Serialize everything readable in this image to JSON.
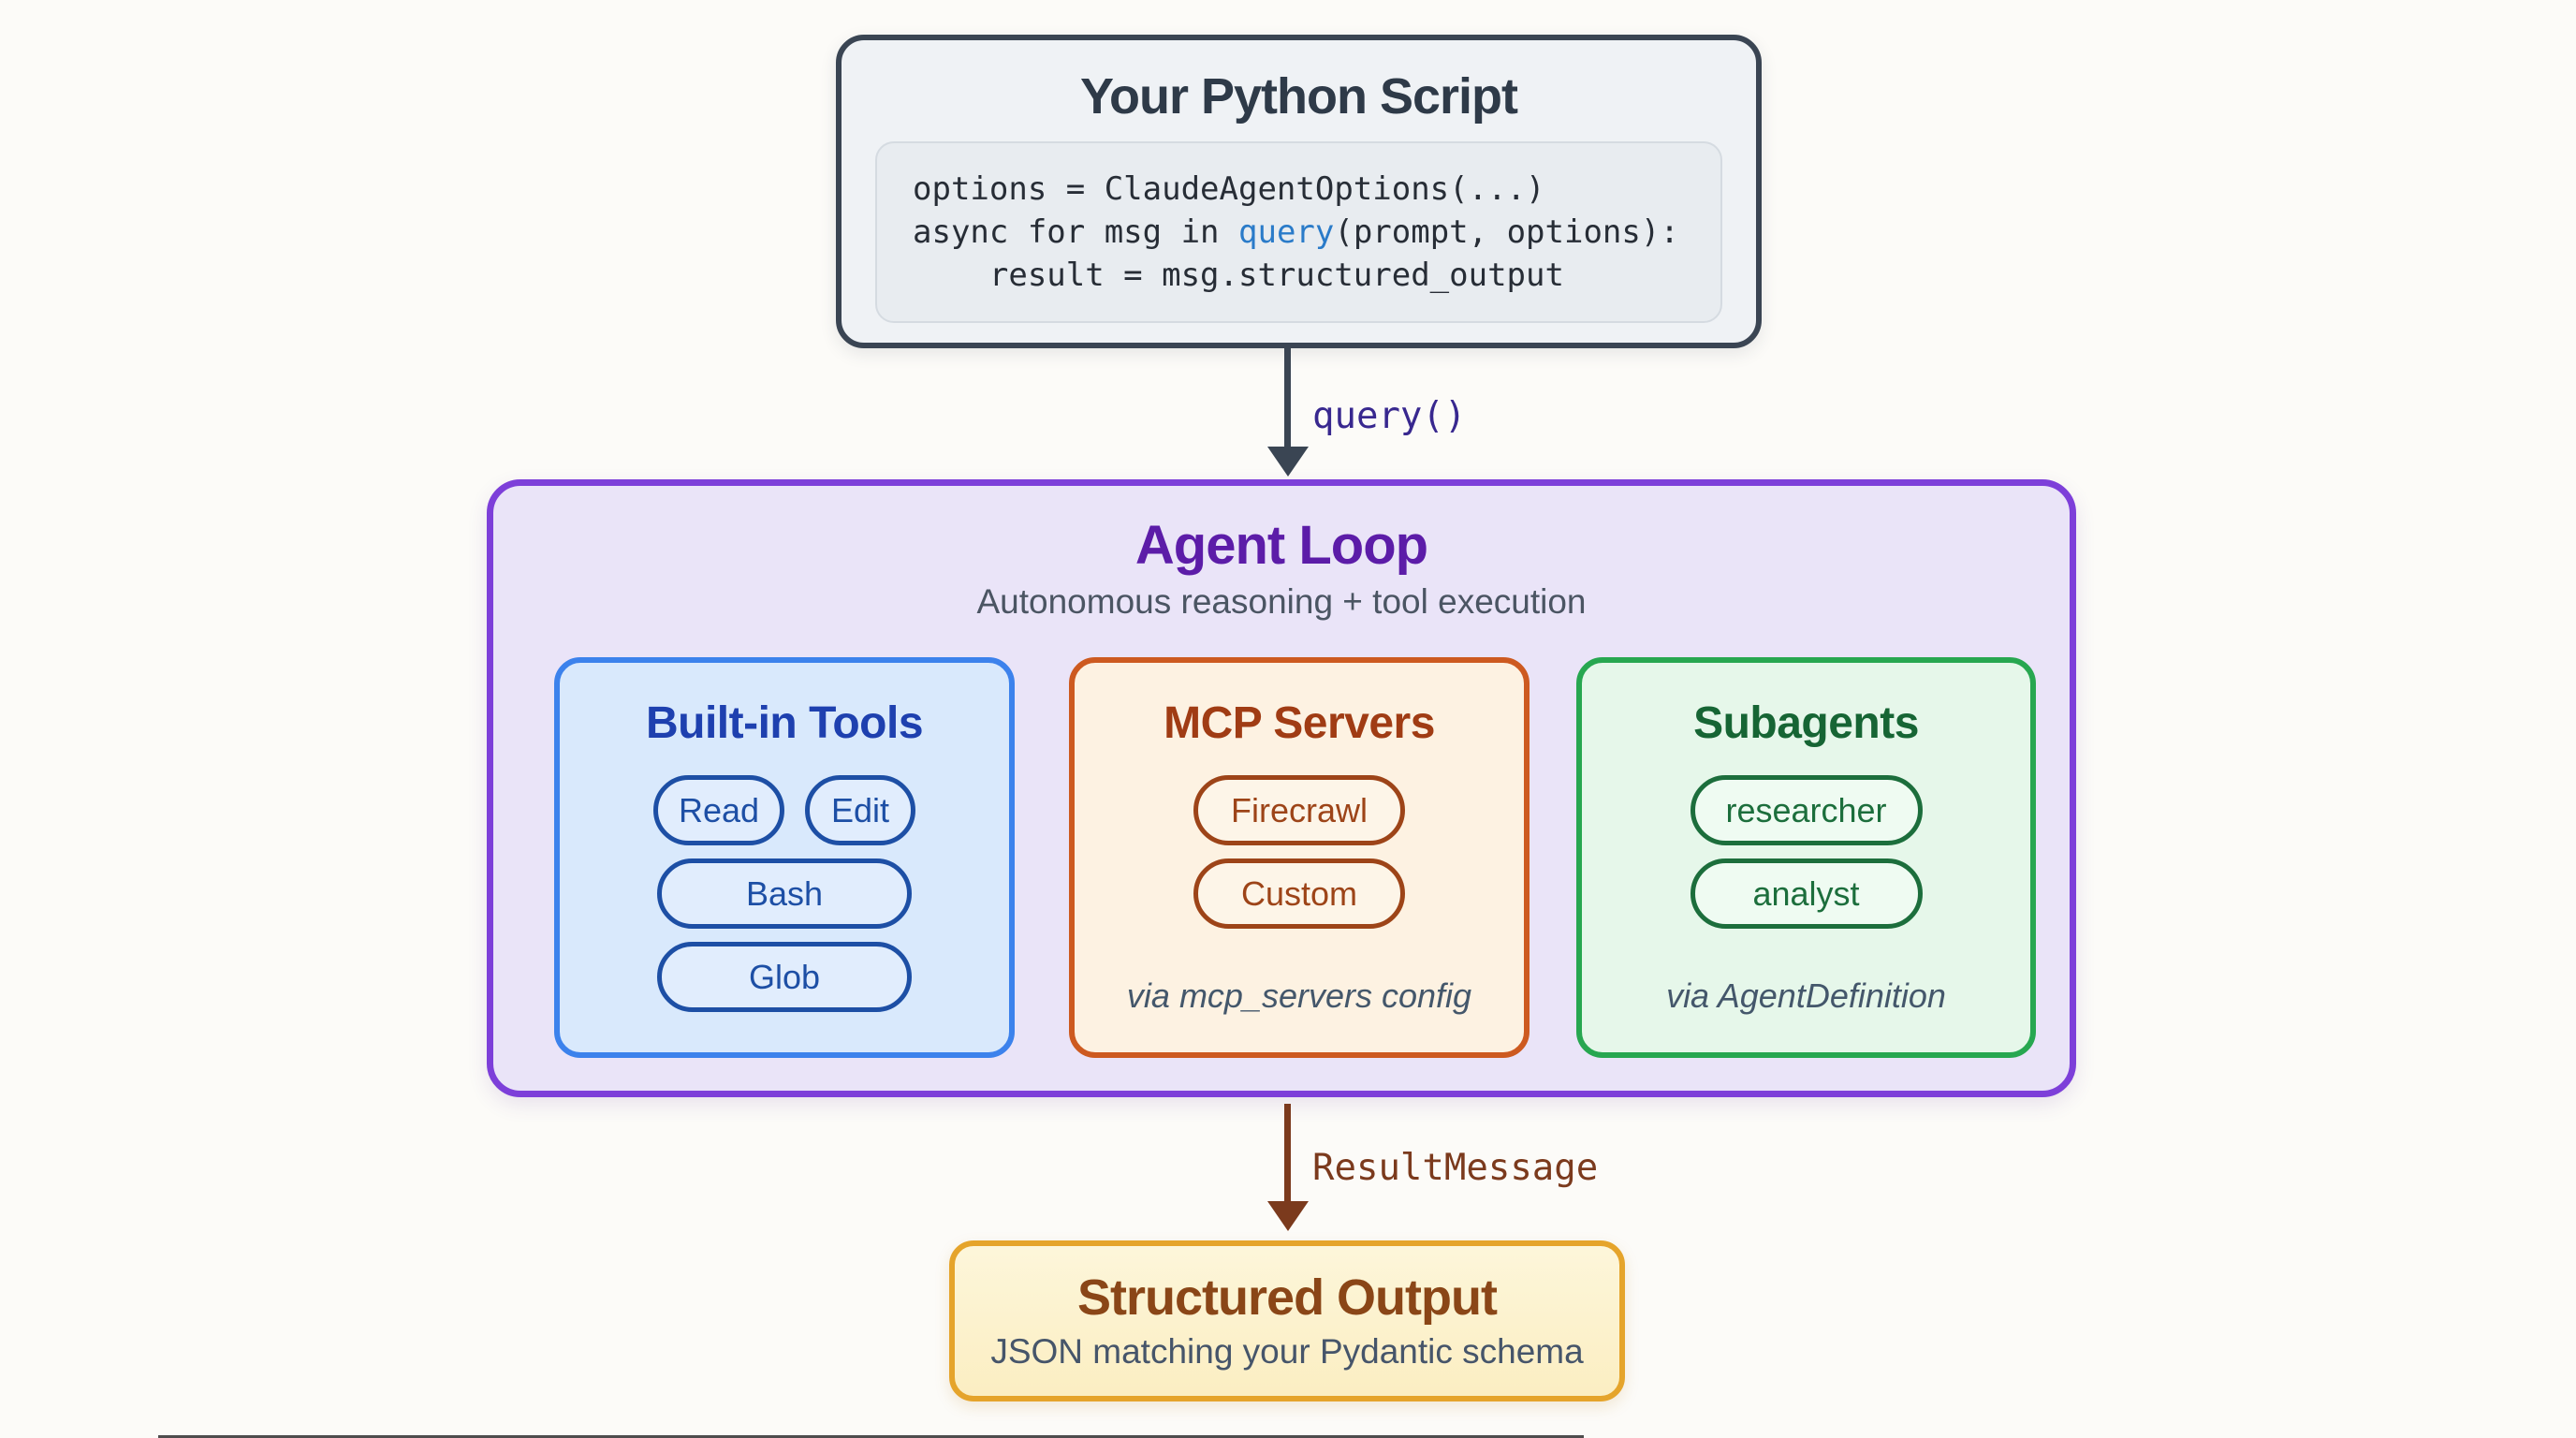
{
  "script_box": {
    "title": "Your Python Script",
    "code": {
      "line1": "options = ClaudeAgentOptions(...)",
      "line2_pre": "async for msg in ",
      "line2_keyword": "query",
      "line2_post": "(prompt, options):",
      "line3": "    result = msg.structured_output"
    }
  },
  "arrow_query": {
    "label": "query()"
  },
  "agent_loop": {
    "title": "Agent Loop",
    "subtitle": "Autonomous reasoning + tool execution",
    "columns": [
      {
        "title": "Built-in Tools",
        "pills": [
          "Read",
          "Edit",
          "Bash",
          "Glob"
        ]
      },
      {
        "title": "MCP Servers",
        "pills": [
          "Firecrawl",
          "Custom"
        ],
        "caption": "via mcp_servers config"
      },
      {
        "title": "Subagents",
        "pills": [
          "researcher",
          "analyst"
        ],
        "caption": "via AgentDefinition"
      }
    ]
  },
  "arrow_result": {
    "label": "ResultMessage"
  },
  "output_box": {
    "title": "Structured Output",
    "subtitle": "JSON matching your Pydantic schema"
  },
  "colors": {
    "slate_border": "#3a4553",
    "purple_border": "#7d3fd9",
    "purple_title": "#5c1ca8",
    "blue_border": "#3c82ec",
    "blue_text": "#1d4fa5",
    "orange_border": "#cd5a20",
    "orange_text": "#9d4418",
    "green_border": "#27a750",
    "green_text": "#1c6e3c",
    "amber_border": "#e5a42b",
    "brown_text": "#8a4617",
    "arrow_brown": "#7b3a1d",
    "query_label": "#38288f",
    "code_keyword_blue": "#2a7bc9"
  }
}
